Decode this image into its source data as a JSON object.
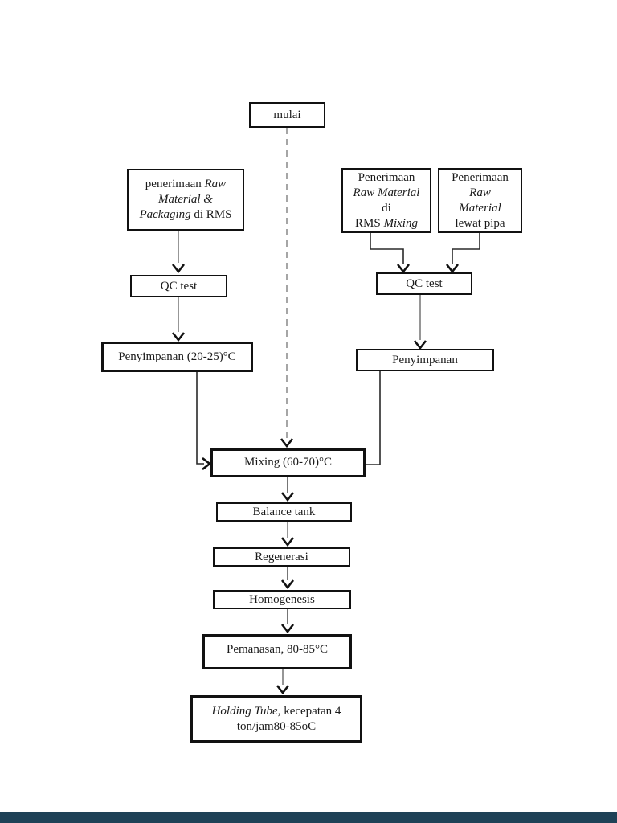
{
  "page": {
    "footer_color": "#1f4257"
  },
  "nodes": {
    "mulai": {
      "label": "mulai"
    },
    "penerimaan_rms": {
      "rich": [
        {
          "t": "penerimaan "
        },
        {
          "t": "Raw",
          "i": true,
          "br": true
        },
        {
          "t": "Material &",
          "i": true,
          "br": true
        },
        {
          "t": "Packaging",
          "i": true
        },
        {
          "t": " di RMS"
        }
      ]
    },
    "qc_test_left": {
      "label": "QC test"
    },
    "penyimpanan_left": {
      "label": "Penyimpanan (20-25)°C"
    },
    "penerimaan_rms_mixing": {
      "rich": [
        {
          "t": "Penerimaan",
          "br": true
        },
        {
          "t": "Raw Material",
          "i": true,
          "br": true
        },
        {
          "t": "di",
          "br": true
        },
        {
          "t": "RMS "
        },
        {
          "t": "Mixing",
          "i": true
        }
      ]
    },
    "penerimaan_lewat_pipa": {
      "rich": [
        {
          "t": "Penerimaan",
          "br": true
        },
        {
          "t": "Raw",
          "i": true,
          "br": true
        },
        {
          "t": "Material",
          "i": true,
          "br": true
        },
        {
          "t": "lewat pipa"
        }
      ]
    },
    "qc_test_right": {
      "label": "QC test"
    },
    "penyimpanan_right": {
      "label": "Penyimpanan"
    },
    "mixing": {
      "label": "Mixing (60-70)°C"
    },
    "balance_tank": {
      "label": "Balance tank"
    },
    "regenerasi": {
      "label": "Regenerasi"
    },
    "homogenesis": {
      "label": "Homogenesis"
    },
    "pemanasan": {
      "label": "Pemanasan, 80-85°C"
    },
    "holding_tube": {
      "rich": [
        {
          "t": "Holding Tube,",
          "i": true
        },
        {
          "t": " kecepatan 4",
          "br": true
        },
        {
          "t": "ton/jam80-85oC"
        }
      ]
    }
  }
}
